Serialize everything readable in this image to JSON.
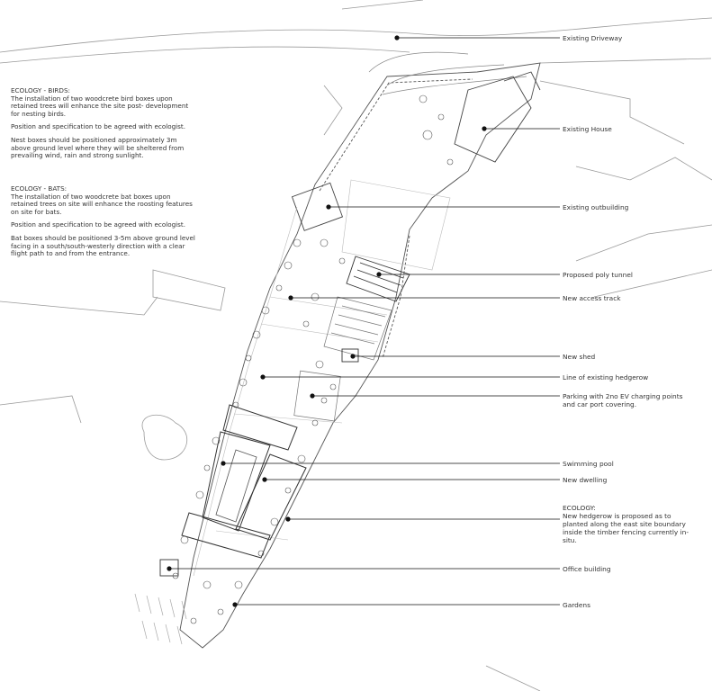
{
  "notes": {
    "birds": {
      "title": "ECOLOGY - BIRDS:",
      "p1": "The installation of two woodcrete bird boxes upon retained trees will enhance the site post- development for nesting birds.",
      "p2": "Position and specification to be agreed with ecologist.",
      "p3": "Nest boxes should be positioned approximately 3m above ground level where they will be sheltered from prevailing wind, rain and strong sunlight."
    },
    "bats": {
      "title": "ECOLOGY - BATS:",
      "p1": "The installation of two woodcrete bat boxes upon retained trees on site will enhance the roosting features on site for bats.",
      "p2": "Position and specification to be agreed with ecologist.",
      "p3": "Bat boxes should be positioned 3-5m above ground level facing in a south/south-westerly direction with a clear flight path to and from the entrance."
    }
  },
  "labels": {
    "driveway": "Existing Driveway",
    "house": "Existing House",
    "outbuilding": "Existing outbuilding",
    "poly_tunnel": "Proposed poly tunnel",
    "access_track": "New access track",
    "shed": "New shed",
    "hedgerow_line": "Line of existing hedgerow",
    "parking": "Parking with 2no EV charging points and car port covering.",
    "pool": "Swimming pool",
    "dwelling": "New dwelling",
    "ecology_hedgerow_title": "ECOLOGY:",
    "ecology_hedgerow_text": "New hedgerow is proposed as to planted along the east site boundary inside the timber fencing currently in-situ.",
    "office": "Office building",
    "gardens": "Gardens"
  }
}
